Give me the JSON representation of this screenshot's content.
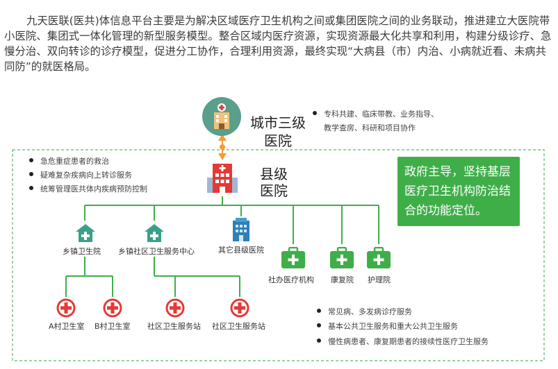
{
  "intro_text": "九天医联(医共)体信息平台主要是为解决区域医疗卫生机构之间或集团医院之间的业务联动，推进建立大医院带小医院、集团式一体化管理的新型服务模型。整合区域内医疗资源，实现资源最大化共享和利用，构建分级诊疗、急慢分治、双向转诊的诊疗模型，促进分工协作，合理利用资源，最终实现“大病县（市）内治、小病就近看、未病共同防”的就医格局。",
  "city_hospital": {
    "name_line1": "城市三级",
    "name_line2": "医院",
    "roles": [
      "专科共建、临床带教、业务指导、",
      "教学查房、科研和项目协作"
    ]
  },
  "county_hospital": {
    "name_line1": "县级",
    "name_line2": "医院",
    "roles": [
      "急危重症患者的救治",
      "疑难复杂疾病向上转诊服务",
      "统筹管理医共体内疾病预防控制"
    ]
  },
  "positioning": "政府主导，坚持基层医疗卫生机构防治结合的功能定位。",
  "level2_nodes": [
    "乡镇卫生院",
    "乡镇社区卫生服务中心",
    "其它县级医院",
    "社办医疗机构",
    "康复院",
    "护理院"
  ],
  "level3_nodes": [
    "A村卫生室",
    "B村卫生室",
    "社区卫生服务站",
    "社区卫生服务站"
  ],
  "grassroots_roles": [
    "常见病、多发病诊疗服务",
    "基本公共卫生服务和重大公共卫生服务",
    "慢性病患者、康复期患者的接续性医疗卫生服务"
  ],
  "colors": {
    "green": "#3fae49",
    "teal": "#5a9e8c",
    "red": "#e53935",
    "orange": "#f39c3a",
    "dashed_border": "#59b86a"
  }
}
